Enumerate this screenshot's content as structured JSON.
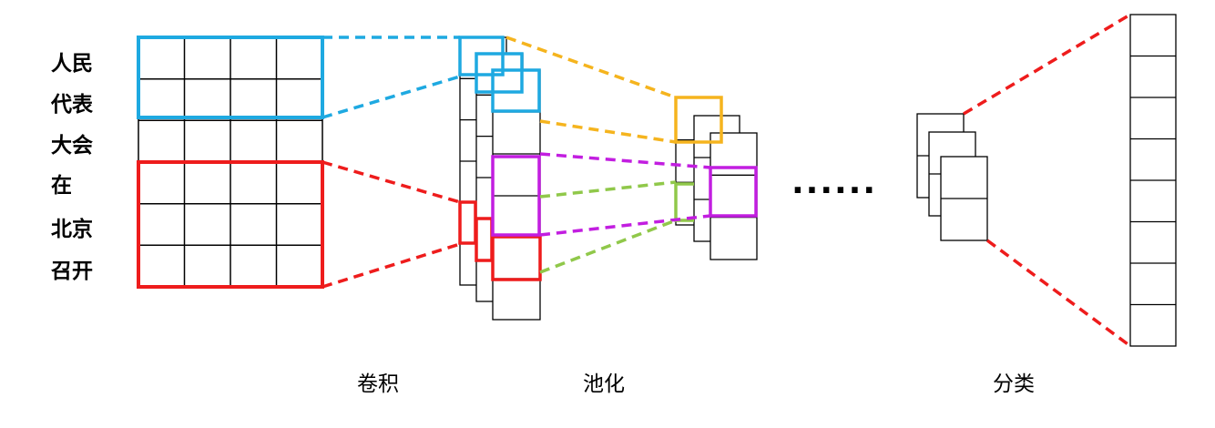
{
  "input_tokens": [
    "人民",
    "代表",
    "大会",
    "在",
    "北京",
    "召开"
  ],
  "stage_labels": {
    "convolution": "卷积",
    "pooling": "池化",
    "classification": "分类"
  },
  "ellipsis": "......",
  "colors": {
    "blue": "#1ea9e1",
    "red": "#ee1c1c",
    "orange": "#f5b41e",
    "purple": "#c21ee0",
    "green": "#90c84a",
    "grid": "#000000"
  }
}
